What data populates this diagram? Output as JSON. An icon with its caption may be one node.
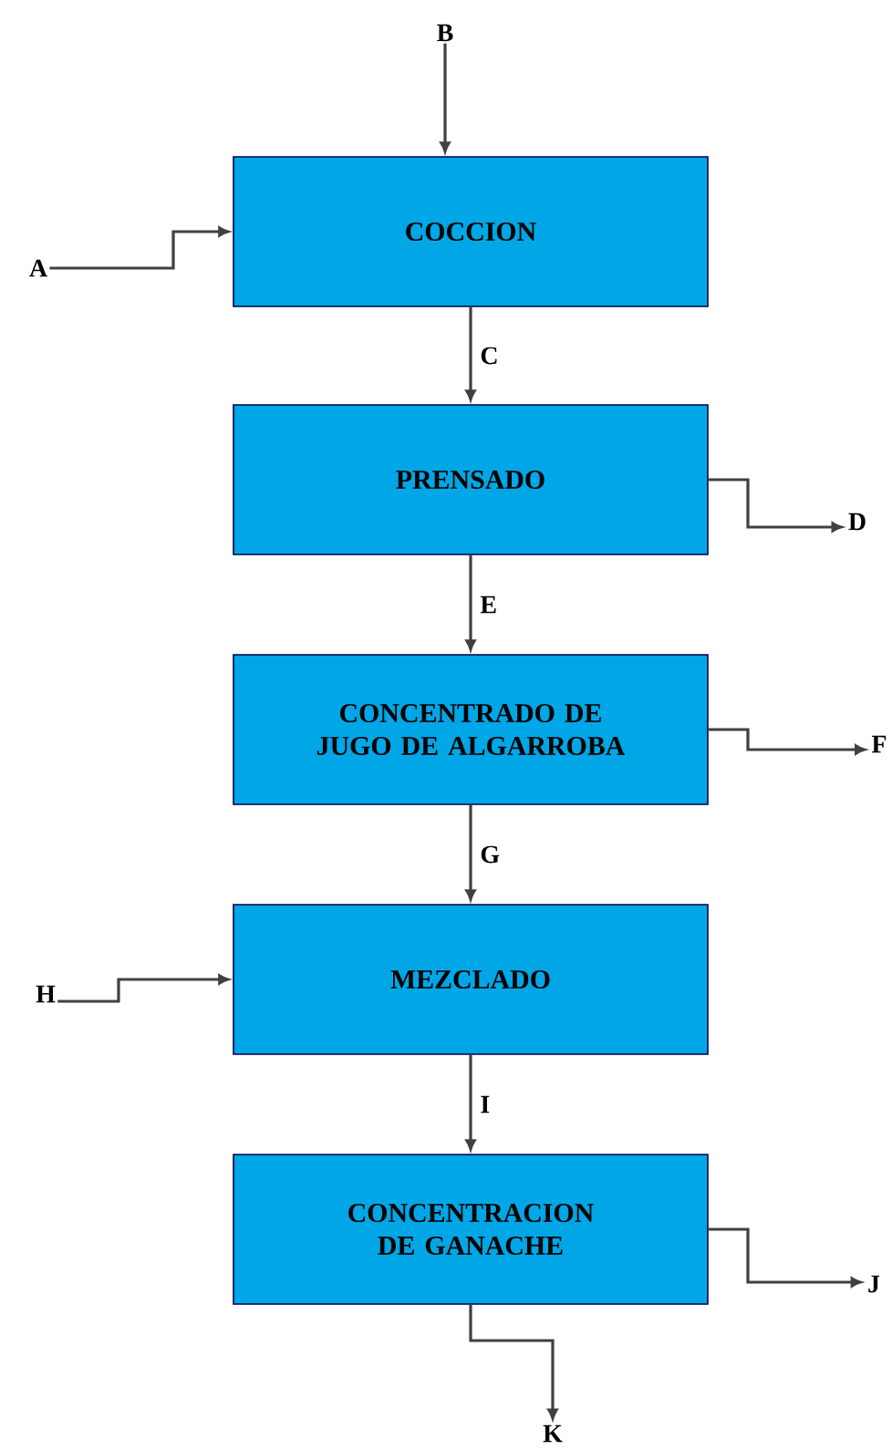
{
  "diagram": {
    "nodes": [
      {
        "text": [
          "B"
        ]
      },
      {
        "text": [
          "A"
        ]
      },
      {
        "text": [
          "COCCION"
        ]
      },
      {
        "text": [
          "PRENSADO"
        ]
      },
      {
        "text": [
          "D"
        ]
      },
      {
        "text": [
          "CONCENTRADO DE JUGO DE ALGARROBA"
        ]
      },
      {
        "text": [
          "F"
        ]
      },
      {
        "text": [
          "MEZCLADO"
        ]
      },
      {
        "text": [
          "H"
        ]
      },
      {
        "text": [
          "CONCENTRACION DE GANACHE"
        ]
      },
      {
        "text": [
          "J"
        ]
      },
      {
        "text": [
          "K"
        ]
      }
    ],
    "edges": [
      {
        "from": 0,
        "to": 2,
        "arrow": "to"
      },
      {
        "from": 1,
        "to": 2,
        "arrow": "to"
      },
      {
        "from": 2,
        "to": 3,
        "arrow": "to",
        "label": "C"
      },
      {
        "from": 3,
        "to": 4,
        "arrow": "to"
      },
      {
        "from": 3,
        "to": 5,
        "arrow": "to",
        "label": "E"
      },
      {
        "from": 5,
        "to": 6,
        "arrow": "to"
      },
      {
        "from": 5,
        "to": 7,
        "arrow": "to",
        "label": "G"
      },
      {
        "from": 8,
        "to": 7,
        "arrow": "to"
      },
      {
        "from": 7,
        "to": 9,
        "arrow": "to",
        "label": "I"
      },
      {
        "from": 9,
        "to": 10,
        "arrow": "to"
      },
      {
        "from": 9,
        "to": 11,
        "arrow": "to"
      }
    ]
  }
}
